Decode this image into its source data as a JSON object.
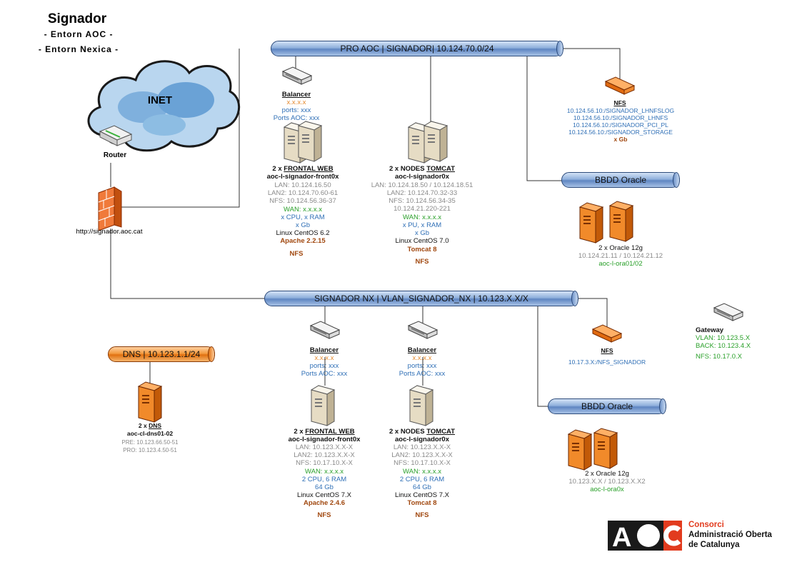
{
  "header": {
    "title": "Signador",
    "subtitle1": "- Entorn AOC -",
    "subtitle2": "- Entorn Nexica -"
  },
  "cloud": {
    "label": "INET",
    "router_label": "Router",
    "firewall_url": "http://signador.aoc.cat"
  },
  "networks": {
    "pro": "PRO AOC | SIGNADOR|  10.124.70.0/24",
    "nx": "SIGNADOR NX | VLAN_SIGNADOR_NX   |   10.123.X.X/X",
    "dns": "DNS | 10.123.1.1/24",
    "oracle_pro": "BBDD Oracle",
    "oracle_nx": "BBDD Oracle"
  },
  "pro_balancer": {
    "title": "Balancer",
    "ip": "x.x.x.x",
    "ports": "ports: xxx",
    "ports_aoc": "Ports AOC: xxx"
  },
  "pro_frontal": {
    "count": "2 x",
    "title": "FRONTAL WEB",
    "host": "aoc-l-signador-front0x",
    "lan": "LAN: 10.124.16.50",
    "lan2": "LAN2: 10.124.70.60-61",
    "nfs": "NFS: 10.124.56.36-37",
    "wan": "WAN: x.x.x.x",
    "cpu": "x CPU, x RAM",
    "disk": "x Gb",
    "os": "Linux CentOS 6.2",
    "sw": "Apache 2.2.15",
    "nfs_tag": "NFS"
  },
  "pro_tomcat": {
    "count": "2 x NODES",
    "title": "TOMCAT",
    "host": "aoc-l-signador0x",
    "lan": "LAN: 10.124.18.50 / 10.124.18.51",
    "lan2": "LAN2: 10.124.70.32-33",
    "nfs": "NFS: 10.124.56.34-35",
    "extra": "10.124.21.220-221",
    "wan": "WAN: x.x.x.x",
    "cpu": "x PU, x RAM",
    "disk": "x Gb",
    "os": "Linux CentOS 7.0",
    "sw": "Tomcat 8",
    "nfs_tag": "NFS"
  },
  "pro_nfs": {
    "title": "NFS",
    "paths": [
      "10.124.56.10:/SIGNADOR_LHNFSLOG",
      "10.124.56.10:/SIGNADOR_LHNFS",
      "10.124.56.10:/SIGNADOR_PCI_PL",
      "10.124.56.10:/SIGNADOR_STORAGE"
    ],
    "size": "x Gb"
  },
  "pro_oracle": {
    "title": "2 x Oracle 12g",
    "ips": "10.124.21.11 / 10.124.21.12",
    "host": "aoc-l-ora01/02"
  },
  "nx_balancer1": {
    "title": "Balancer",
    "ip": "x.x.x.x",
    "ports": "ports: xxx",
    "ports_aoc": "Ports AOC: xxx"
  },
  "nx_balancer2": {
    "title": "Balancer",
    "ip": "x.x.x.x",
    "ports": "ports: xxx",
    "ports_aoc": "Ports AOC: xxx"
  },
  "nx_frontal": {
    "count": "2 x",
    "title": "FRONTAL WEB",
    "host": "aoc-l-signador-front0x",
    "lan": "LAN: 10.123.X.X-X",
    "lan2": "LAN2: 10.123.X.X-X",
    "nfs": "NFS: 10.17.10.X-X",
    "wan": "WAN: x.x.x.x",
    "cpu": "2 CPU, 6 RAM",
    "disk": "64 Gb",
    "os": "Linux CentOS 7.X",
    "sw": "Apache 2.4.6",
    "nfs_tag": "NFS"
  },
  "nx_tomcat": {
    "count": "2 x NODES",
    "title": "TOMCAT",
    "host": "aoc-l-signador0x",
    "lan": "LAN: 10.123.X.X-X",
    "lan2": "LAN2: 10.123.X.X-X",
    "nfs": "NFS: 10.17.10.X-X",
    "wan": "WAN: x.x.x.x",
    "cpu": "2 CPU, 6 RAM",
    "disk": "64 Gb",
    "os": "Linux CentOS 7.X",
    "sw": "Tomcat 8",
    "nfs_tag": "NFS"
  },
  "nx_nfs": {
    "title": "NFS",
    "path": "10.17.3.X:/NFS_SIGNADOR"
  },
  "nx_oracle": {
    "title": "2 x Oracle 12g",
    "ips": "10.123.X.X / 10.123.X.X2",
    "host": "aoc-l-ora0x"
  },
  "dns_server": {
    "count": "2 x",
    "title": "DNS",
    "host": "aoc-cl-dns01-02",
    "pre": "PRE: 10.123.66.50-51",
    "pro": "PRO: 10.123.4.50-51"
  },
  "gateway": {
    "title": "Gateway",
    "vlan": "VLAN: 10.123.5.X",
    "back": "BACK: 10.123.4.X",
    "nfs": "NFS: 10.17.0.X"
  },
  "logo": {
    "mark": "AOC",
    "line1": "Consorci",
    "line2": "Administració Oberta",
    "line3": "de Catalunya",
    "color": "#e23b1e"
  }
}
